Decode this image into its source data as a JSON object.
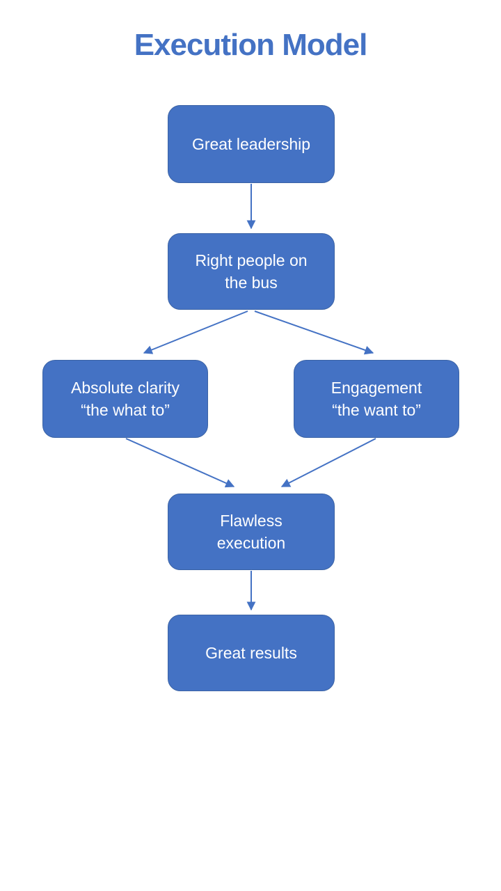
{
  "title": "Execution Model",
  "colors": {
    "accent": "#4472C4",
    "box_fill": "#4472C4",
    "box_border": "#3B63A5",
    "box_text": "#FFFFFF",
    "background": "#FFFFFF"
  },
  "diagram": {
    "type": "flowchart",
    "nodes": [
      {
        "id": "great-leadership",
        "label": "Great leadership"
      },
      {
        "id": "right-people-on-the-bus",
        "label": "Right people on\nthe bus"
      },
      {
        "id": "absolute-clarity",
        "label": "Absolute clarity\n“the what to”"
      },
      {
        "id": "engagement",
        "label": "Engagement\n“the want to”"
      },
      {
        "id": "flawless-execution",
        "label": "Flawless\nexecution"
      },
      {
        "id": "great-results",
        "label": "Great results"
      }
    ],
    "edges": [
      {
        "from": "great-leadership",
        "to": "right-people-on-the-bus"
      },
      {
        "from": "right-people-on-the-bus",
        "to": "absolute-clarity"
      },
      {
        "from": "right-people-on-the-bus",
        "to": "engagement"
      },
      {
        "from": "absolute-clarity",
        "to": "flawless-execution"
      },
      {
        "from": "engagement",
        "to": "flawless-execution"
      },
      {
        "from": "flawless-execution",
        "to": "great-results"
      }
    ]
  }
}
